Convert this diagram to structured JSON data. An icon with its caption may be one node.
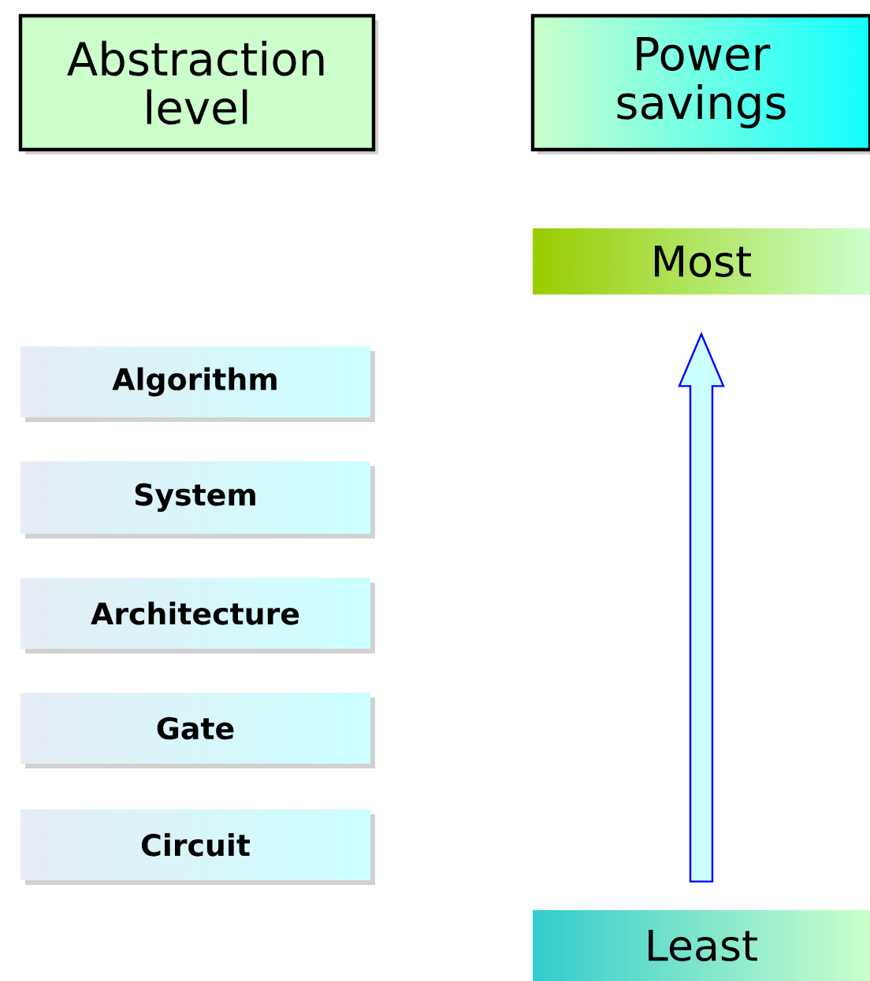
{
  "diagram": {
    "nodes": [
      {
        "text": [
          "Abstraction level"
        ]
      },
      {
        "text": [
          "Power savings"
        ]
      },
      {
        "text": [
          "Most"
        ]
      },
      {
        "text": [
          "Algorithm"
        ]
      },
      {
        "text": [
          "System"
        ]
      },
      {
        "text": [
          "Architecture"
        ]
      },
      {
        "text": [
          "Gate"
        ]
      },
      {
        "text": [
          "Circuit"
        ]
      },
      {
        "text": [
          "Least"
        ]
      }
    ],
    "edges": [
      {
        "from": 8,
        "to": 2,
        "arrow": "to"
      }
    ]
  }
}
